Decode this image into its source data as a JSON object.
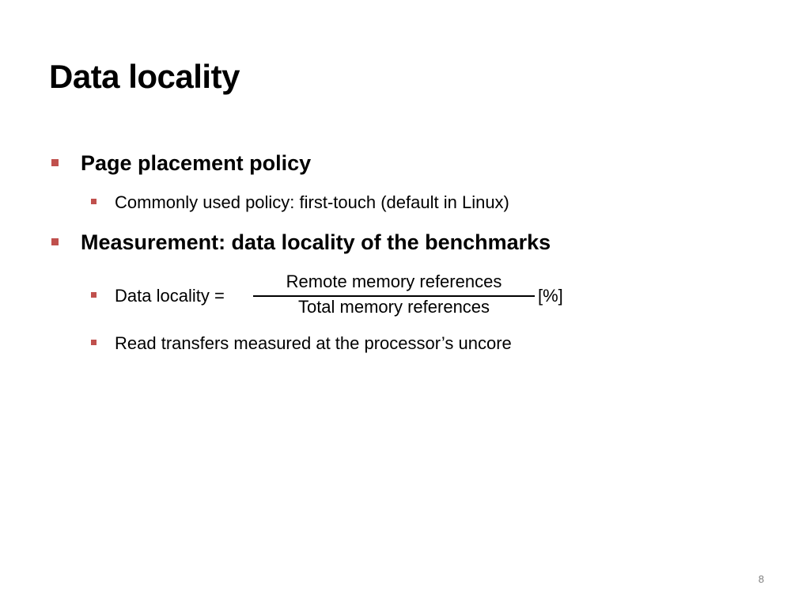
{
  "slide": {
    "title": "Data locality",
    "bullets": [
      {
        "text": "Page placement policy",
        "sub": [
          {
            "text": "Commonly used policy: first-touch (default in Linux)"
          }
        ]
      },
      {
        "text": "Measurement: data locality of the benchmarks",
        "sub": [
          {
            "formula": {
              "label": "Data locality =",
              "numerator": "Remote memory references",
              "denominator": "Total memory references",
              "unit": "[%]"
            }
          },
          {
            "text": "Read transfers measured at the processor’s uncore"
          }
        ]
      }
    ],
    "page_number": "8"
  },
  "colors": {
    "bullet": "#c0504d",
    "text": "#000000",
    "page_number": "#7f7f7f"
  }
}
